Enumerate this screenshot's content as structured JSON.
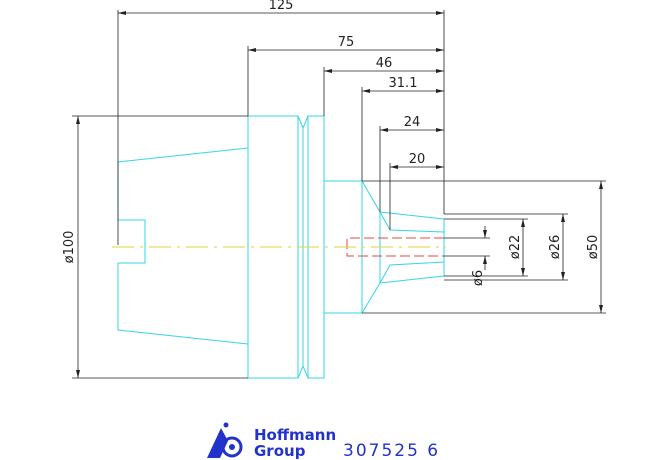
{
  "dimensions": {
    "length_125": "125",
    "length_75": "75",
    "length_46": "46",
    "length_31_1": "31.1",
    "length_24": "24",
    "length_20": "20",
    "dia_100": "ø100",
    "dia_50": "ø50",
    "dia_26": "ø26",
    "dia_22": "ø22",
    "dia_6": "ø6"
  },
  "footer": {
    "brand_line1": "Hoffmann",
    "brand_line2": "Group",
    "article_number": "307525  6"
  },
  "colors": {
    "outline": "#35d4e6",
    "centerline": "#e6d23a",
    "hidden": "#e04848",
    "dimension": "#222222",
    "brand": "#2233cc"
  }
}
